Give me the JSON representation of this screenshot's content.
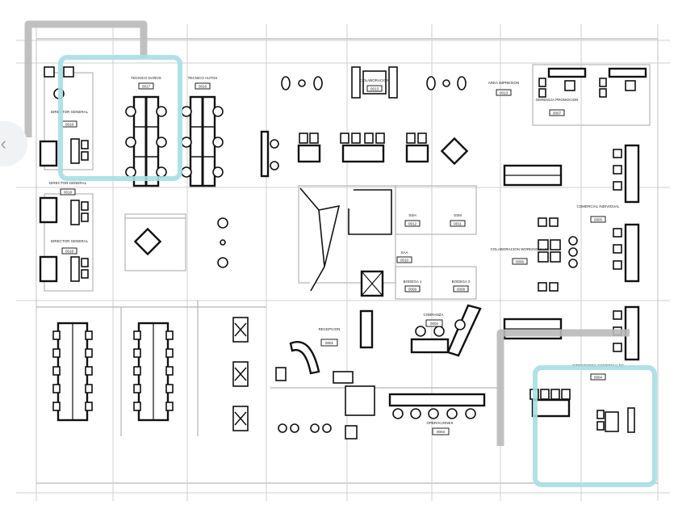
{
  "colors": {
    "highlight_cyan": "#a6dfe3",
    "highlight_gray": "#b9b9b9",
    "line": "#111111"
  },
  "nav": {
    "prev_icon": "‹"
  },
  "rooms": [
    {
      "name": "TECNICO DAÑOS",
      "code": "0017"
    },
    {
      "name": "TECNICO AUTOS",
      "code": "0016"
    },
    {
      "name": "DIRECTOR GENERAL",
      "code": "0018"
    },
    {
      "name": "DIRECTOR GENERAL",
      "code": "0018"
    },
    {
      "name": "DIRECTOR GENERAL",
      "code": "0018"
    },
    {
      "name": "COLABORACION",
      "code": "0013"
    },
    {
      "name": "AREA IMPRESION",
      "code": "0013"
    },
    {
      "name": "GERENCIA PROMOCION",
      "code": "0007"
    },
    {
      "name": "SSH",
      "code": "0012"
    },
    {
      "name": "SSM",
      "code": "0011"
    },
    {
      "name": "SAA",
      "code": "0010"
    },
    {
      "name": "BODEGA 1",
      "code": "0009"
    },
    {
      "name": "BODEGA 2",
      "code": "0008"
    },
    {
      "name": "COLABORACION WORKING CAFE",
      "code": "0006"
    },
    {
      "name": "COMERCIAL INDIVIDUAL",
      "code": "0005"
    },
    {
      "name": "RECEPCION",
      "code": "0001"
    },
    {
      "name": "COBRANZA",
      "code": "0002"
    },
    {
      "name": "OPERACIONES",
      "code": "0003"
    },
    {
      "name": "DIRECTORES COMERCIALES",
      "code": "0004"
    }
  ]
}
